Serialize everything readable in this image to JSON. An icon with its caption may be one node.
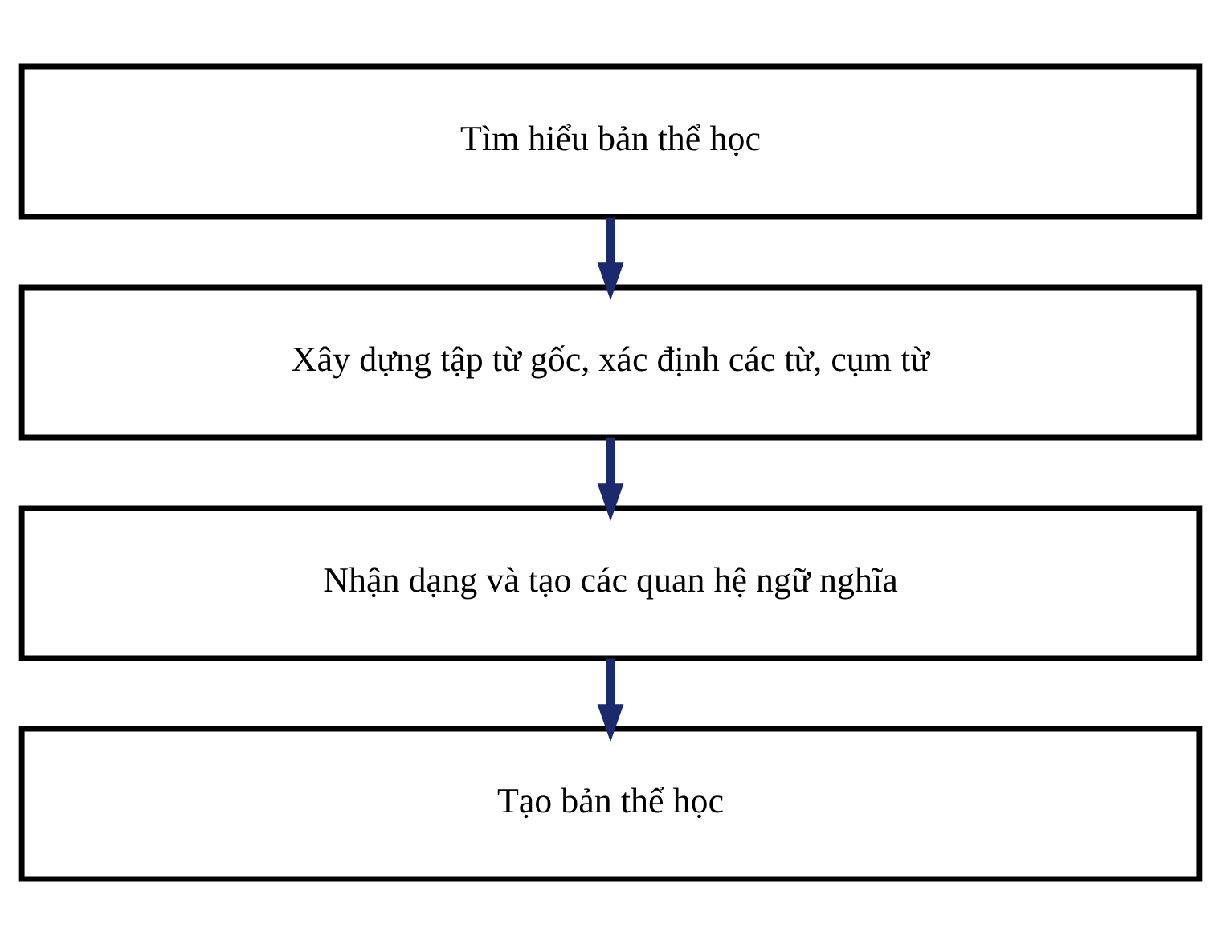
{
  "diagram": {
    "nodes": [
      {
        "text": [
          "Tìm hiểu bản thể học"
        ]
      },
      {
        "text": [
          "Xây dựng tập từ gốc, xác định các từ, cụm từ"
        ]
      },
      {
        "text": [
          "Nhận dạng và tạo các quan hệ ngữ nghĩa"
        ]
      },
      {
        "text": [
          "Tạo bản thể học"
        ]
      }
    ],
    "edges": [
      {
        "from": 0,
        "to": 1,
        "arrow": "to"
      },
      {
        "from": 1,
        "to": 2,
        "arrow": "to"
      },
      {
        "from": 2,
        "to": 3,
        "arrow": "to"
      }
    ]
  }
}
